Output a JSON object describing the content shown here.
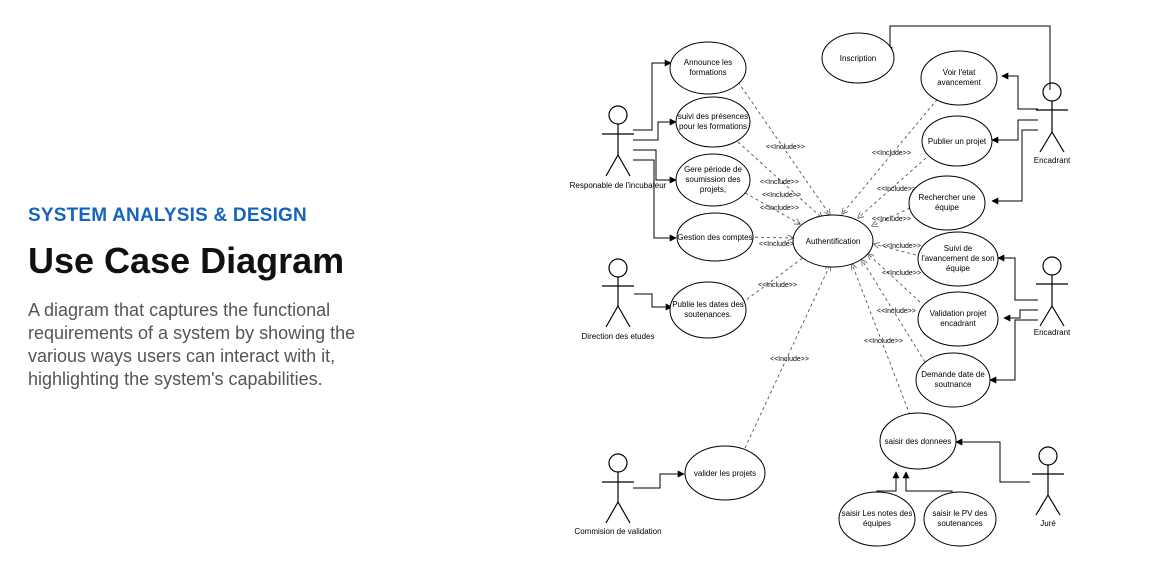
{
  "intro": {
    "eyebrow": "SYSTEM ANALYSIS & DESIGN",
    "title": "Use Case Diagram",
    "description": "A diagram that captures the functional requirements of a system by showing the various ways users can interact with it, highlighting the system's capabilities."
  },
  "diagram": {
    "include_label": "<<Include>>",
    "actors": {
      "responsable": "Responable de l'incubateur",
      "direction": "Direction des etudes",
      "commission": "Commision de validation",
      "encadrant_top": "Encadrant",
      "encadrant_mid": "Encadrant",
      "jure": "Juré"
    },
    "use_cases": {
      "annonce": [
        "Announce les",
        "formations"
      ],
      "suivi_presences": [
        "suivi des présences",
        "pour les formations"
      ],
      "gere_periode": [
        "Gere période de",
        "soumission des",
        "projets,"
      ],
      "gestion_comptes": [
        "Gestion des comptes"
      ],
      "publie_dates": [
        "Publie les dates des",
        "soutenances."
      ],
      "authentification": [
        "Authentification"
      ],
      "valider_projets": [
        "valider les projets"
      ],
      "inscription": [
        "Inscription"
      ],
      "voir_etat": [
        "Voir l'etat",
        "avancement"
      ],
      "publier_projet": [
        "Publier un projet"
      ],
      "rechercher_equipe": [
        "Rechercher une",
        "équipe"
      ],
      "suivi_avancement": [
        "Suivi de",
        "l'avancement de son",
        "équipe"
      ],
      "validation_projet": [
        "Validation projet",
        "encadrant"
      ],
      "demande_date": [
        "Demande date de",
        "soutnance"
      ],
      "saisir_donnees": [
        "saisir des donnees"
      ],
      "saisir_notes": [
        "saisir Les notes des",
        "équipes"
      ],
      "saisir_pv": [
        "saisir le PV des",
        "soutenances"
      ]
    }
  }
}
